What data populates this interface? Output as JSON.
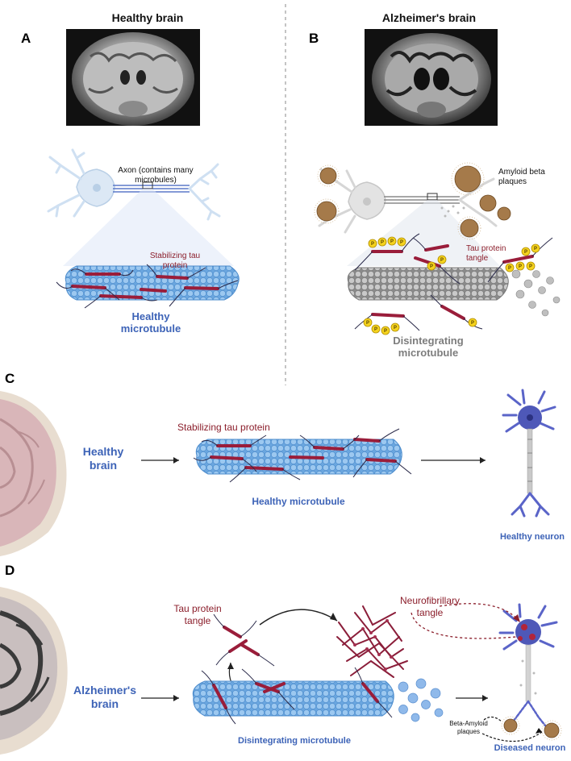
{
  "panels": {
    "a": {
      "letter": "A",
      "title": "Healthy brain",
      "axon_label": "Axon (contains many microbules)",
      "tau_label": "Stabilizing tau protein",
      "mt_label": "Healthy microtubule"
    },
    "b": {
      "letter": "B",
      "title": "Alzheimer's brain",
      "plaque_label": "Amyloid beta plaques",
      "tangle_label": "Tau protein tangle",
      "mt_label": "Disintegrating microtubule",
      "p_label": "P"
    },
    "c": {
      "letter": "C",
      "brain_label": "Healthy brain",
      "tau_label": "Stabilizing tau protein",
      "mt_label": "Healthy microtubule",
      "neuron_label": "Healthy neuron"
    },
    "d": {
      "letter": "D",
      "brain_label": "Alzheimer's brain",
      "tangle_label": "Tau protein tangle",
      "nft_label": "Neurofibrillary tangle",
      "mt_label": "Disintegrating microtubule",
      "plaque_label": "Beta-Amyloid plaques",
      "neuron_label": "Diseased neuron"
    }
  },
  "colors": {
    "healthy_blue": "#3d63b7",
    "tau_red": "#8b1e2b",
    "gray": "#7d7d7d",
    "mt_blue": "#7fb3e6",
    "plaque_brown": "#a57a4a",
    "p_yellow": "#f5d31e"
  }
}
